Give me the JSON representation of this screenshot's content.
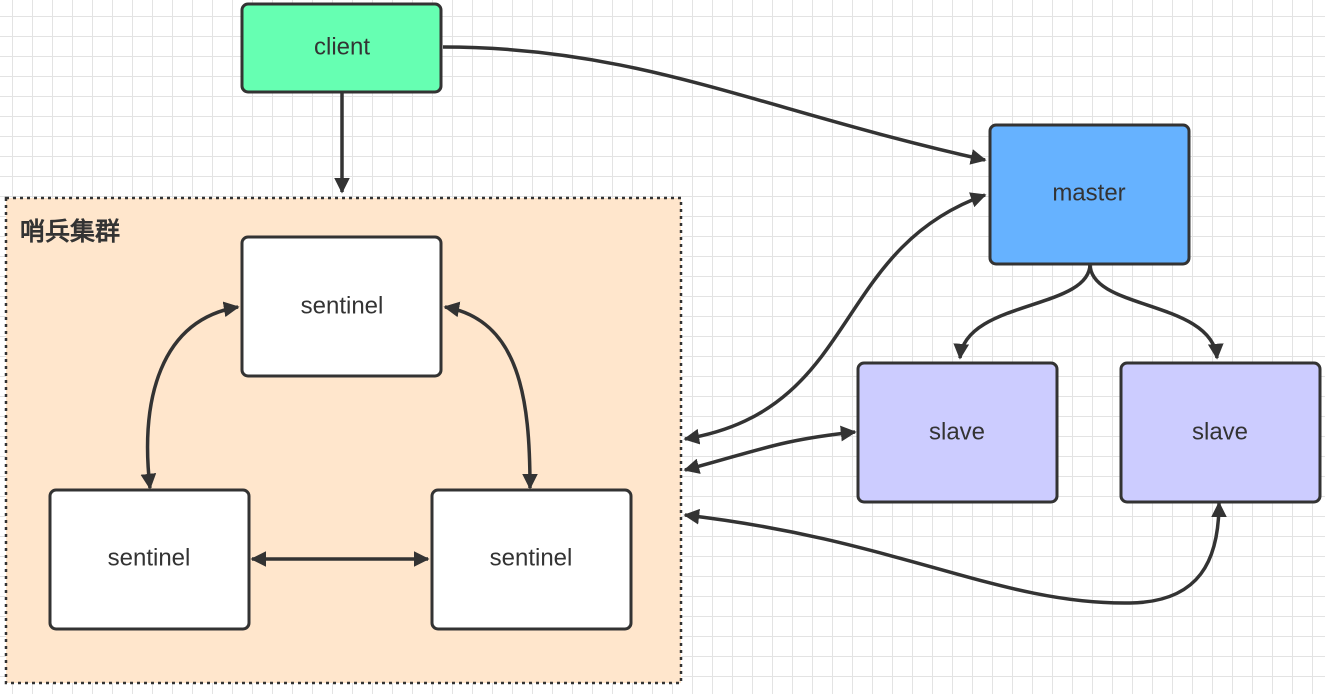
{
  "cluster": {
    "title": "哨兵集群",
    "fill": "#ffe6cc"
  },
  "nodes": {
    "client": {
      "label": "client",
      "fill": "#66ffb2"
    },
    "master": {
      "label": "master",
      "fill": "#66b2ff"
    },
    "slave_left": {
      "label": "slave",
      "fill": "#ccccff"
    },
    "slave_right": {
      "label": "slave",
      "fill": "#ccccff"
    },
    "sentinel_top": {
      "label": "sentinel",
      "fill": "#ffffff"
    },
    "sentinel_left": {
      "label": "sentinel",
      "fill": "#ffffff"
    },
    "sentinel_right": {
      "label": "sentinel",
      "fill": "#ffffff"
    }
  },
  "colors": {
    "stroke": "#333333",
    "grid": "#e3e3e3"
  }
}
